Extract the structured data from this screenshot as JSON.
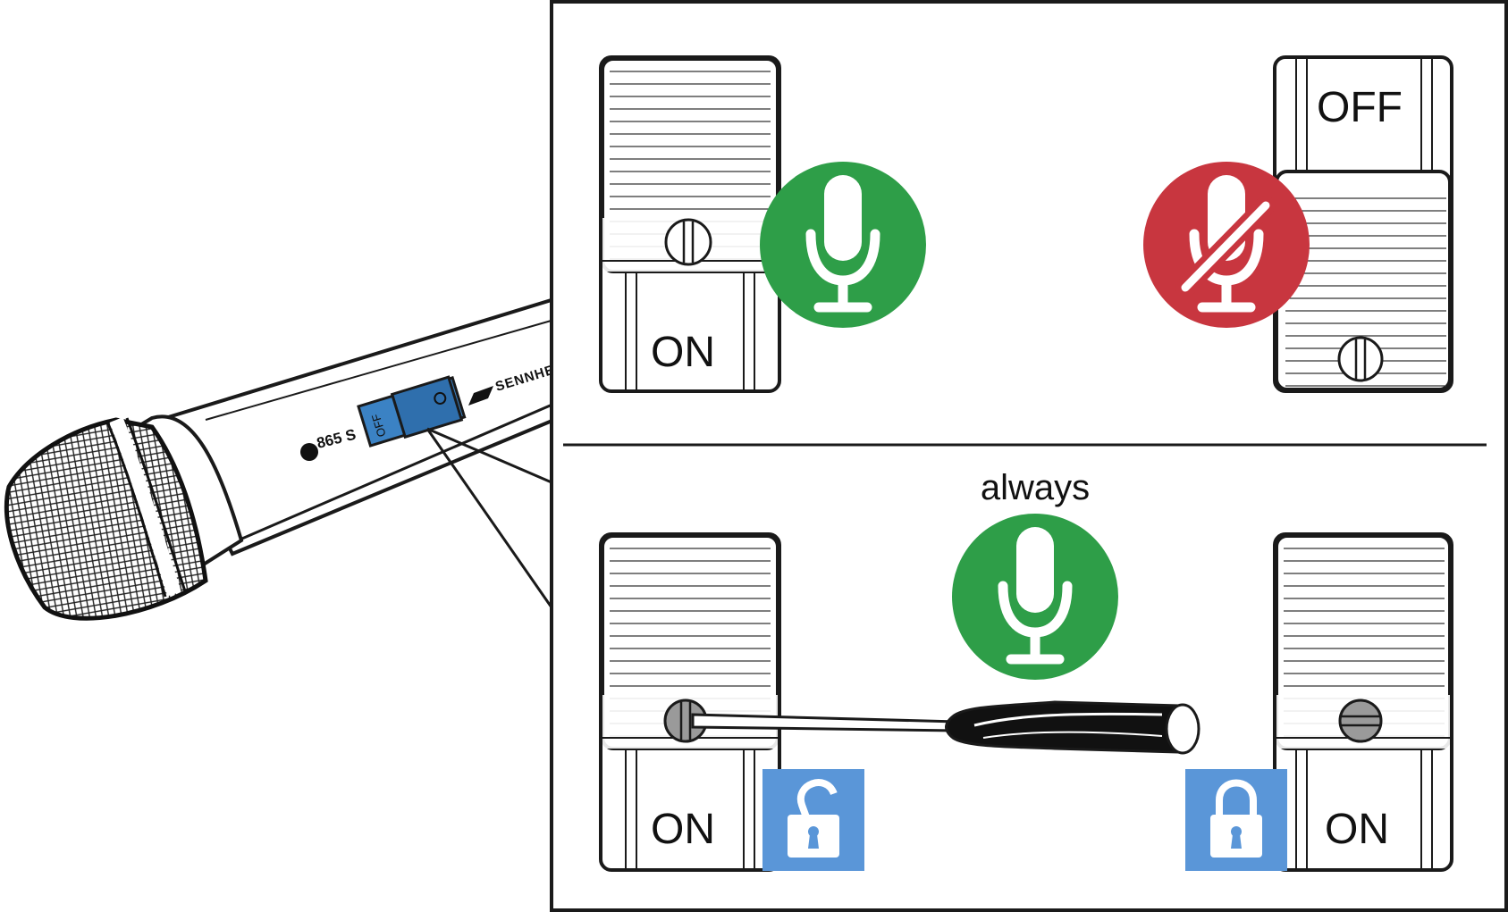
{
  "microphone": {
    "model_label": "865 S",
    "brand_label": "SENNHEISER",
    "switch_label": "OFF"
  },
  "top_panel": {
    "left_switch_label": "ON",
    "right_switch_label": "OFF"
  },
  "bottom_panel": {
    "caption": "always",
    "left_switch_label": "ON",
    "right_switch_label": "ON"
  },
  "colors": {
    "mic_active": "#2e9e48",
    "mic_muted": "#c8363f",
    "lock": "#5a96d8",
    "switch_blue": "#3b82c4",
    "outline": "#1a1a1a"
  },
  "icons": {
    "mic_on": "microphone-icon",
    "mic_off": "microphone-muted-icon",
    "lock_open": "padlock-open-icon",
    "lock_closed": "padlock-closed-icon",
    "tool": "screwdriver-icon"
  }
}
